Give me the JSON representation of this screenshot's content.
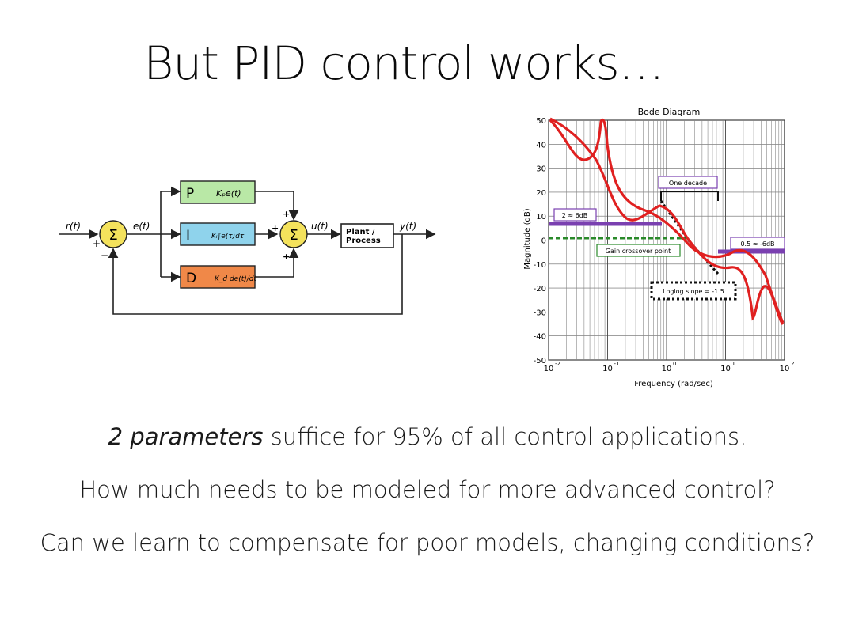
{
  "slide": {
    "title": "But PID control works…",
    "lines": [
      {
        "emphasis": "2 parameters",
        "rest": " suffice for 95% of all control applications."
      },
      {
        "text": "How much needs to be modeled for more advanced control?"
      },
      {
        "text": "Can we learn to compensate for poor models, changing conditions?"
      }
    ]
  },
  "block_diagram": {
    "input": "r(t)",
    "error": "e(t)",
    "control": "u(t)",
    "output": "y(t)",
    "sum_symbol": "Σ",
    "plus": "+",
    "minus": "−",
    "p": {
      "letter": "P",
      "term": "Kₚe(t)",
      "color": "#b9e8a6"
    },
    "i": {
      "letter": "I",
      "term": "Kᵢ∫e(τ)dτ",
      "color": "#8fd3ec"
    },
    "d": {
      "letter": "D",
      "term": "K_d de(t)/dt",
      "color": "#f08848"
    },
    "plant": {
      "line1": "Plant /",
      "line2": "Process"
    },
    "sum_color": "#f4e25c"
  },
  "bode": {
    "title": "Bode Diagram",
    "xlabel": "Frequency  (rad/sec)",
    "ylabel": "Magnitude (dB)",
    "y_ticks": [
      "50",
      "40",
      "30",
      "20",
      "10",
      "0",
      "-10",
      "-20",
      "-30",
      "-40",
      "-50"
    ],
    "x_ticks": [
      {
        "base": "10",
        "exp": "-2"
      },
      {
        "base": "10",
        "exp": "-1"
      },
      {
        "base": "10",
        "exp": "0"
      },
      {
        "base": "10",
        "exp": "1"
      },
      {
        "base": "10",
        "exp": "2"
      }
    ],
    "annotations": {
      "one_decade": "One decade",
      "two_x": "2 ≈ 6dB",
      "half_x": "0.5 ≈ -6dB",
      "crossover": "Gain crossover point",
      "slope": "Loglog slope = -1.5"
    },
    "colors": {
      "curve": "#e02020",
      "purple": "#7a40b0",
      "green": "#2a8a2a",
      "grid": "#555555"
    }
  }
}
